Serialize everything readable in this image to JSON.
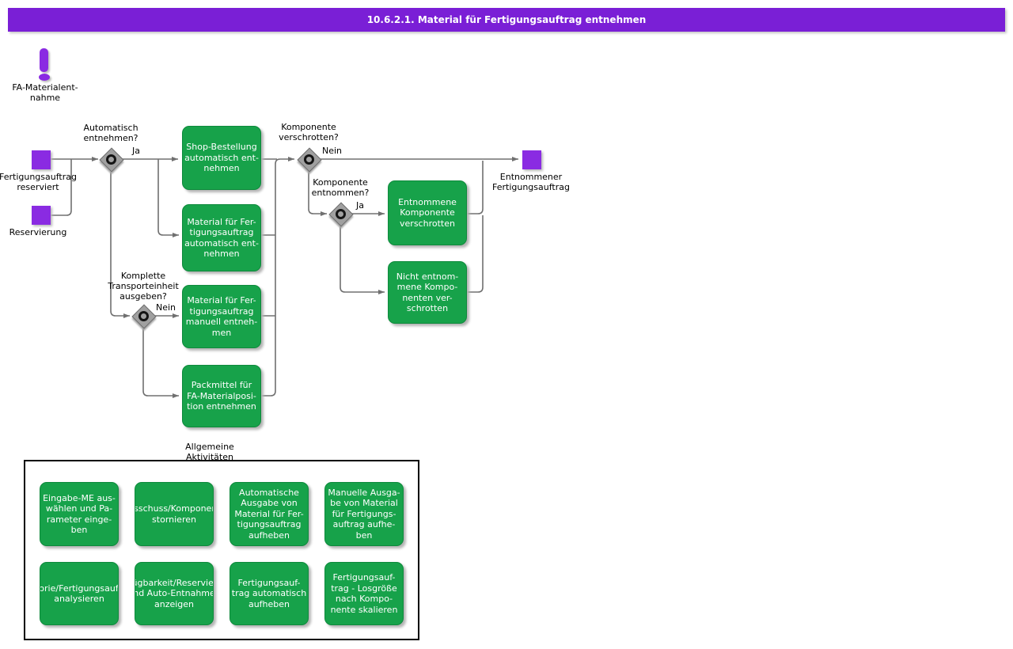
{
  "title": "10.6.2.1. Material für Fertigungsauftrag entnehmen",
  "start_icon": {
    "type": "exclamation",
    "label": "FA-Materialent-\nnahme"
  },
  "events": [
    {
      "id": "fertigungsauftrag-reserviert",
      "label": "Fertigungsauftrag\nreserviert"
    },
    {
      "id": "reservierung",
      "label": "Reservierung"
    },
    {
      "id": "entnommener-fertigungsauftrag",
      "label": "Entnommener\nFertigungsauftrag"
    }
  ],
  "gateways": [
    {
      "id": "automatisch-entnehmen",
      "question": "Automatisch\nentnehmen?",
      "branch_label": "Ja"
    },
    {
      "id": "komponente-verschrotten",
      "question": "Komponente\nverschrotten?",
      "branch_label": "Nein"
    },
    {
      "id": "komponente-entnommen",
      "question": "Komponente\nentnommen?",
      "branch_label": "Ja"
    },
    {
      "id": "komplette-transporteinheit",
      "question": "Komplette\nTransporteinheit\nausgeben?",
      "branch_label": "Nein"
    }
  ],
  "activities": [
    {
      "id": "shop-bestellung",
      "label": "Shop-Bestellung\nautomatisch ent-\nnehmen"
    },
    {
      "id": "material-automatisch-entnehmen",
      "label": "Material für Fer-\ntigungsauftrag\nautomatisch ent-\nnehmen"
    },
    {
      "id": "material-manuell-entnehmen",
      "label": "Material für Fer-\ntigungsauftrag\nmanuell entneh-\nmen"
    },
    {
      "id": "packmittel-entnehmen",
      "label": "Packmittel für\nFA-Materialposi-\ntion entnehmen"
    },
    {
      "id": "entnommene-komponente-verschrotten",
      "label": "Entnommene\nKomponente\nverschrotten"
    },
    {
      "id": "nicht-entnommene-komponenten-verschrotten",
      "label": "Nicht entnom-\nmene Kompo-\nnenten ver-\nschrotten"
    }
  ],
  "general_activities": {
    "label": "Allgemeine\nAktivitäten",
    "items": [
      "Eingabe-ME aus-\nwählen und Pa-\nrameter einge-\nben",
      "Ausschuss/Komponente\nstornieren",
      "Automatische\nAusgabe von\nMaterial für Fer-\ntigungsauftrag\naufheben",
      "Manuelle Ausga-\nbe von Material\nfür Fertigungs-\nauftrag aufhe-\nben",
      "Historie/Fertigungsauftrag\nanalysieren",
      "Verfügbarkeit/Reservierung\nund Auto-Entnahmen\nanzeigen",
      "Fertigungsauf-\ntrag automatisch\naufheben",
      "Fertigungsauf-\ntrag - Losgröße\nnach Kompo-\nnente skalieren"
    ]
  },
  "colors": {
    "title_bar": "#7A1FD6",
    "event_node": "#8A2BE2",
    "activity_fill": "#17A24A",
    "activity_border": "#0E8A3C",
    "gateway_fill": "#A0A0A0",
    "connector": "#707070"
  }
}
